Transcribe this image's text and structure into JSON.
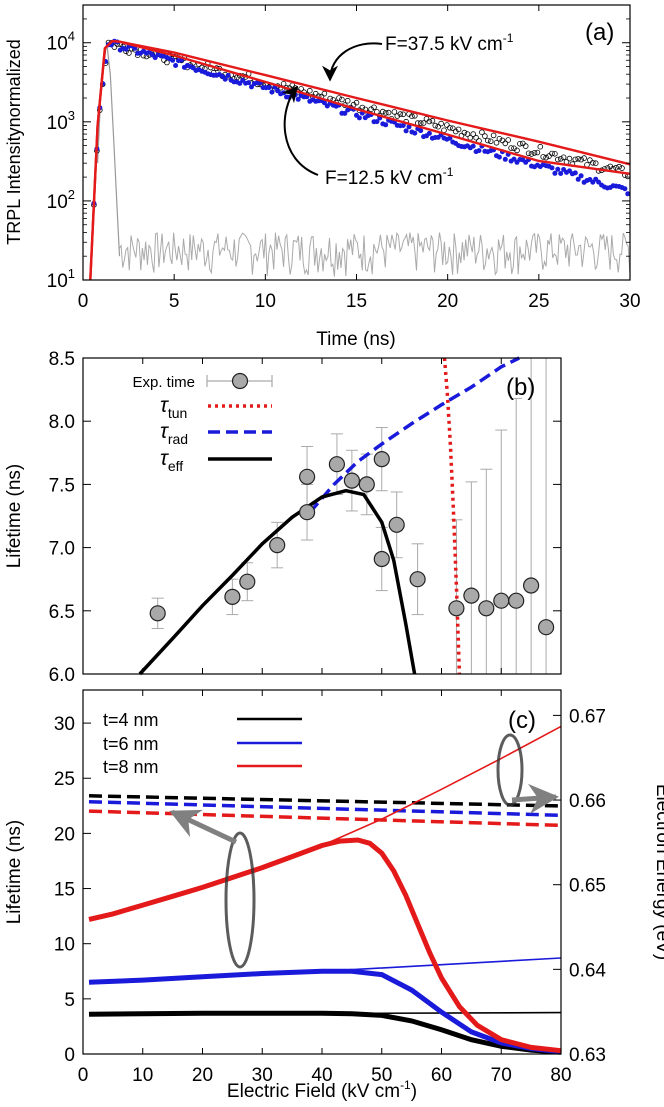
{
  "chart_data": [
    {
      "panel": "a",
      "type": "scatter",
      "panel_label": "(a)",
      "xlabel": "Time (ns)",
      "ylabel": "TRPL Intensitynormalized",
      "xlim": [
        0,
        30
      ],
      "ylim": [
        10,
        30000
      ],
      "yscale": "log",
      "x_ticks": [
        "0",
        "5",
        "10",
        "15",
        "20",
        "25",
        "30"
      ],
      "y_ticks": [
        {
          "base": "10",
          "exp": "1"
        },
        {
          "base": "10",
          "exp": "2"
        },
        {
          "base": "10",
          "exp": "3"
        },
        {
          "base": "10",
          "exp": "4"
        }
      ],
      "annotations": [
        {
          "text": "F=37.5 kV cm",
          "sup": "-1"
        },
        {
          "text": "F=12.5 kV cm",
          "sup": "-1"
        }
      ],
      "series": [
        {
          "name": "",
          "style": "open-circles",
          "color": "#000000",
          "tau_ns": 7.5,
          "peak_time_ns": 1.4,
          "peak": 10000
        },
        {
          "name": "",
          "style": "filled-dots",
          "color": "#1a1adb",
          "tau_ns": 6.6,
          "peak_time_ns": 1.4,
          "peak": 10000
        },
        {
          "name": "",
          "style": "fit-line",
          "color": "#e41a1a",
          "x": [
            0.4,
            0.8,
            1.2,
            1.6,
            2.0,
            5,
            10,
            15,
            20,
            25,
            30
          ],
          "y": [
            10,
            900,
            8500,
            10500,
            10300,
            7500,
            3900,
            2000,
            1040,
            560,
            290
          ]
        },
        {
          "name": "",
          "style": "fit-line",
          "color": "#e41a1a",
          "x": [
            0.4,
            0.8,
            1.2,
            1.6,
            2.0,
            5,
            10,
            15,
            20,
            25,
            30
          ],
          "y": [
            10,
            900,
            8500,
            10500,
            10300,
            6900,
            3200,
            1450,
            690,
            320,
            220
          ]
        },
        {
          "name": "",
          "style": "irf-line",
          "color": "#999999",
          "x": [
            0.8,
            1.0,
            1.3,
            1.5,
            1.7,
            1.9,
            2.0
          ],
          "y": [
            300,
            3000,
            10000,
            4000,
            500,
            60,
            20
          ]
        },
        {
          "name": "",
          "style": "noise-line",
          "color": "#aaaaaa",
          "xlim": [
            2,
            30
          ],
          "ylim": [
            11,
            40
          ]
        }
      ]
    },
    {
      "panel": "b",
      "type": "scatter",
      "panel_label": "(b)",
      "xlabel": "",
      "ylabel": "Lifetime (ns)",
      "xlim": [
        0,
        80
      ],
      "ylim": [
        6.0,
        8.5
      ],
      "y_ticks": [
        "6.0",
        "6.5",
        "7.0",
        "7.5",
        "8.0",
        "8.5"
      ],
      "legend": {
        "position": "top-left",
        "entries": [
          {
            "label": "Exp. time",
            "sym": "",
            "sub": "",
            "style": "errorbar",
            "color": "#aaaaaa"
          },
          {
            "label": "",
            "sym": "τ",
            "sub": "tun",
            "style": "dotted",
            "color": "#e41a1a"
          },
          {
            "label": "",
            "sym": "τ",
            "sub": "rad",
            "style": "dashed",
            "color": "#1a1adb"
          },
          {
            "label": "",
            "sym": "τ",
            "sub": "eff",
            "style": "solid",
            "color": "#000000"
          }
        ]
      },
      "points": [
        {
          "x": 12.5,
          "y": 6.48,
          "err": 0.12
        },
        {
          "x": 25.0,
          "y": 6.61,
          "err": 0.14
        },
        {
          "x": 27.5,
          "y": 6.73,
          "err": 0.15
        },
        {
          "x": 32.5,
          "y": 7.02,
          "err": 0.18
        },
        {
          "x": 37.5,
          "y": 7.28,
          "err": 0.22
        },
        {
          "x": 37.5,
          "y": 7.56,
          "err": 0.24
        },
        {
          "x": 42.5,
          "y": 7.66,
          "err": 0.24
        },
        {
          "x": 45.0,
          "y": 7.53,
          "err": 0.24
        },
        {
          "x": 47.5,
          "y": 7.5,
          "err": 0.24
        },
        {
          "x": 50.0,
          "y": 7.7,
          "err": 0.25
        },
        {
          "x": 50.0,
          "y": 6.91,
          "err": 0.25
        },
        {
          "x": 52.5,
          "y": 7.18,
          "err": 0.26
        },
        {
          "x": 56.0,
          "y": 6.75,
          "err": 0.28
        },
        {
          "x": 62.5,
          "y": 6.52,
          "err": 0.7
        },
        {
          "x": 65.0,
          "y": 6.62,
          "err": 0.9
        },
        {
          "x": 67.5,
          "y": 6.52,
          "err": 1.1
        },
        {
          "x": 70.0,
          "y": 6.58,
          "err": 1.35
        },
        {
          "x": 72.5,
          "y": 6.58,
          "err": 1.6
        },
        {
          "x": 75.0,
          "y": 6.7,
          "err": 1.9
        },
        {
          "x": 77.5,
          "y": 6.37,
          "err": 2.2
        }
      ],
      "series": [
        {
          "name": "τtun",
          "style": "dotted",
          "color": "#e41a1a",
          "x": [
            60.5,
            61.0,
            61.5,
            62.0,
            62.5,
            63.0
          ],
          "y": [
            8.5,
            8.2,
            7.8,
            7.3,
            6.7,
            6.0
          ]
        },
        {
          "name": "τrad",
          "style": "dashed",
          "color": "#1a1adb",
          "x": [
            38,
            42,
            46,
            50,
            55,
            60,
            65,
            70,
            73
          ],
          "y": [
            7.28,
            7.5,
            7.68,
            7.82,
            7.98,
            8.13,
            8.27,
            8.43,
            8.5
          ]
        },
        {
          "name": "τeff",
          "style": "solid",
          "color": "#000000",
          "x": [
            9.5,
            15,
            20,
            25,
            30,
            35,
            40,
            44,
            47,
            50,
            52,
            54,
            55.5
          ],
          "y": [
            6.0,
            6.28,
            6.54,
            6.78,
            7.03,
            7.24,
            7.4,
            7.45,
            7.42,
            7.2,
            6.9,
            6.4,
            6.0
          ]
        }
      ]
    },
    {
      "panel": "c",
      "type": "line",
      "panel_label": "(c)",
      "xlabel": "Electric Field (kV cm",
      "xlabel_sup": "-1",
      "xlabel_end": ")",
      "ylabel": "Lifetime (ns)",
      "y2label": "Electron Energy (eV)",
      "xlim": [
        0,
        80
      ],
      "ylim": [
        0,
        33
      ],
      "y2lim": [
        0.63,
        0.673
      ],
      "x_ticks": [
        "0",
        "10",
        "20",
        "30",
        "40",
        "50",
        "60",
        "70",
        "80"
      ],
      "y_ticks": [
        "0",
        "5",
        "10",
        "15",
        "20",
        "25",
        "30"
      ],
      "y2_ticks": [
        "0.63",
        "0.64",
        "0.65",
        "0.66",
        "0.67"
      ],
      "legend": {
        "position": "top-left",
        "entries": [
          {
            "label": "t=4 nm",
            "color": "#000000"
          },
          {
            "label": "t=6 nm",
            "color": "#1a1adb"
          },
          {
            "label": "t=8 nm",
            "color": "#e41a1a"
          }
        ]
      },
      "series": [
        {
          "name": "",
          "kind": "effective-thick",
          "color": "#000000",
          "x": [
            1,
            10,
            20,
            30,
            40,
            45,
            50,
            55,
            60,
            65,
            70,
            75,
            80
          ],
          "y": [
            3.6,
            3.65,
            3.7,
            3.7,
            3.7,
            3.65,
            3.5,
            3.0,
            2.2,
            1.3,
            0.7,
            0.35,
            0.15
          ]
        },
        {
          "name": "",
          "kind": "radiative-thin",
          "color": "#000000",
          "x": [
            1,
            80
          ],
          "y": [
            3.6,
            3.75
          ]
        },
        {
          "name": "",
          "kind": "energy-dashed",
          "color": "#000000",
          "axis": "y2",
          "x": [
            1,
            80
          ],
          "y": [
            0.6605,
            0.6593
          ]
        },
        {
          "name": "",
          "kind": "effective-thick",
          "color": "#1a1adb",
          "x": [
            1,
            10,
            20,
            30,
            40,
            45,
            50,
            55,
            60,
            65,
            70,
            75,
            80
          ],
          "y": [
            6.5,
            6.7,
            7.0,
            7.3,
            7.5,
            7.5,
            7.2,
            5.8,
            3.8,
            2.0,
            1.0,
            0.5,
            0.2
          ]
        },
        {
          "name": "",
          "kind": "radiative-thin",
          "color": "#1a1adb",
          "x": [
            1,
            20,
            40,
            60,
            80
          ],
          "y": [
            6.5,
            7.0,
            7.5,
            8.1,
            8.7
          ]
        },
        {
          "name": "",
          "kind": "energy-dashed",
          "color": "#1a1adb",
          "axis": "y2",
          "x": [
            1,
            80
          ],
          "y": [
            0.6598,
            0.6582
          ]
        },
        {
          "name": "",
          "kind": "effective-thick",
          "color": "#e41a1a",
          "x": [
            1,
            5,
            10,
            15,
            20,
            25,
            30,
            35,
            40,
            43,
            46,
            48,
            50,
            52,
            54,
            56,
            58,
            60,
            63,
            66,
            70,
            75,
            80
          ],
          "y": [
            12.2,
            12.7,
            13.5,
            14.3,
            15.1,
            16.0,
            16.9,
            17.9,
            18.9,
            19.3,
            19.4,
            19.1,
            18.2,
            16.6,
            14.4,
            11.8,
            9.2,
            6.9,
            4.3,
            2.6,
            1.3,
            0.6,
            0.3
          ]
        },
        {
          "name": "",
          "kind": "radiative-thin",
          "color": "#e41a1a",
          "x": [
            1,
            10,
            20,
            30,
            40,
            50,
            60,
            70,
            80
          ],
          "y": [
            12.2,
            13.5,
            15.1,
            16.9,
            18.9,
            21.3,
            24.0,
            26.8,
            29.7
          ]
        },
        {
          "name": "",
          "kind": "energy-dashed",
          "color": "#e41a1a",
          "axis": "y2",
          "x": [
            1,
            80
          ],
          "y": [
            0.6587,
            0.657
          ]
        }
      ]
    }
  ]
}
